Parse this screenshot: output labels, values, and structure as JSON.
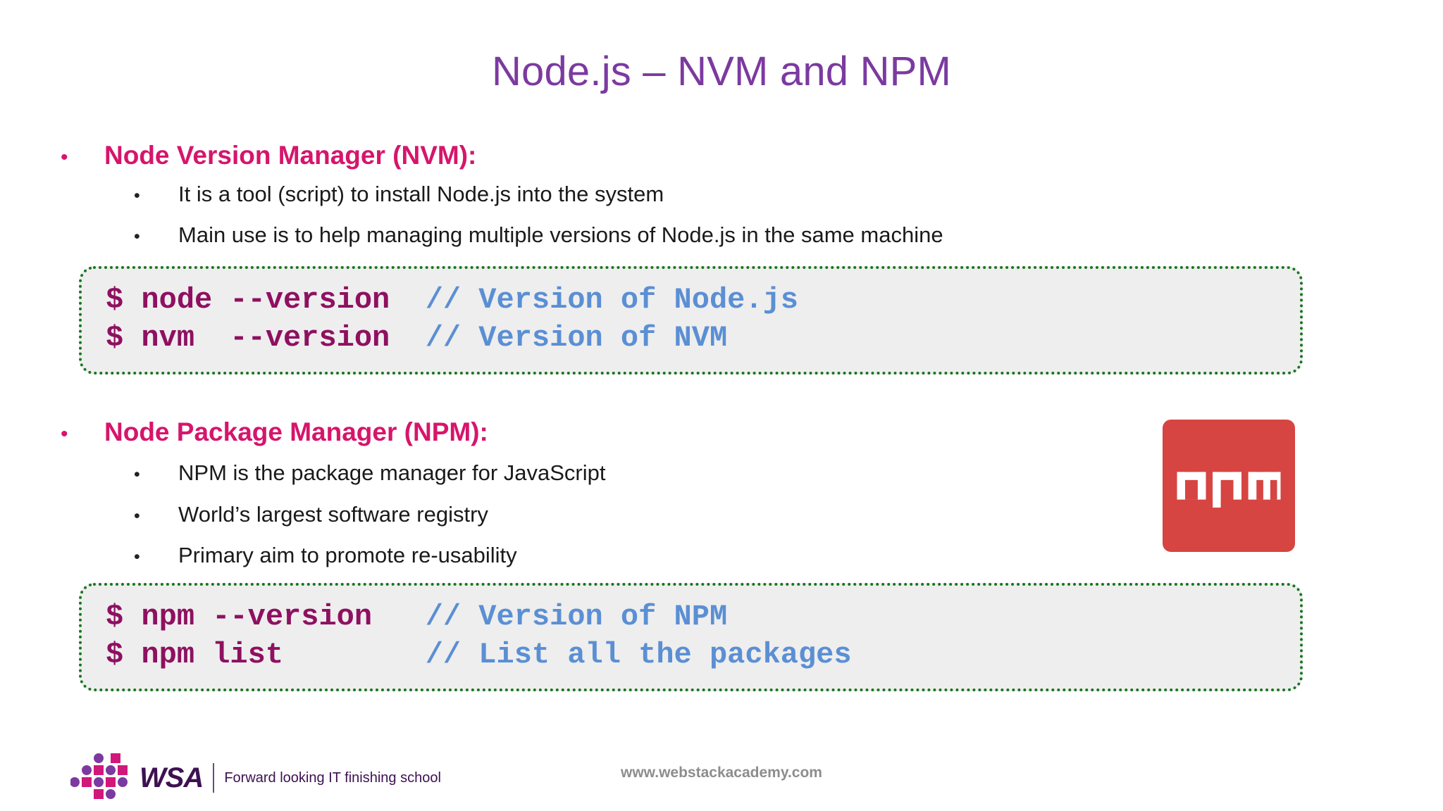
{
  "slide": {
    "title": "Node.js – NVM and NPM",
    "title_color": "#7b3aa0"
  },
  "sections": [
    {
      "heading": "Node Version Manager (NVM):",
      "heading_color": "#d6156c",
      "bullet_glyph": "•",
      "points": [
        "It is a tool (script) to install Node.js into the system",
        "Main use is to help managing multiple versions of Node.js in the same machine"
      ],
      "code": {
        "border_color": "#17751d",
        "background": "#eeeeee",
        "command_color": "#8e1060",
        "comment_color": "#5b8fd4",
        "lines": [
          {
            "command": "$ node --version  ",
            "comment": "// Version of Node.js"
          },
          {
            "command": "$ nvm  --version  ",
            "comment": "// Version of NVM"
          }
        ]
      }
    },
    {
      "heading": "Node Package Manager (NPM):",
      "heading_color": "#d6156c",
      "bullet_glyph": "•",
      "points": [
        "NPM is the package manager for JavaScript",
        "World’s largest software registry",
        "Primary aim to promote re-usability"
      ],
      "code": {
        "border_color": "#17751d",
        "background": "#eeeeee",
        "command_color": "#8e1060",
        "comment_color": "#5b8fd4",
        "lines": [
          {
            "command": "$ npm --version   ",
            "comment": "// Version of NPM"
          },
          {
            "command": "$ npm list        ",
            "comment": "// List all the packages"
          }
        ]
      }
    }
  ],
  "npm_logo": {
    "label": "npm",
    "background_color": "#d64541",
    "mark_color": "#ffffff"
  },
  "footer": {
    "brand": "WSA",
    "tagline": "Forward looking IT finishing school",
    "url": "www.webstackacademy.com",
    "brand_color": "#3d1152",
    "mark_square_color": "#d1187a",
    "mark_dot_color": "#7b3aa0"
  }
}
